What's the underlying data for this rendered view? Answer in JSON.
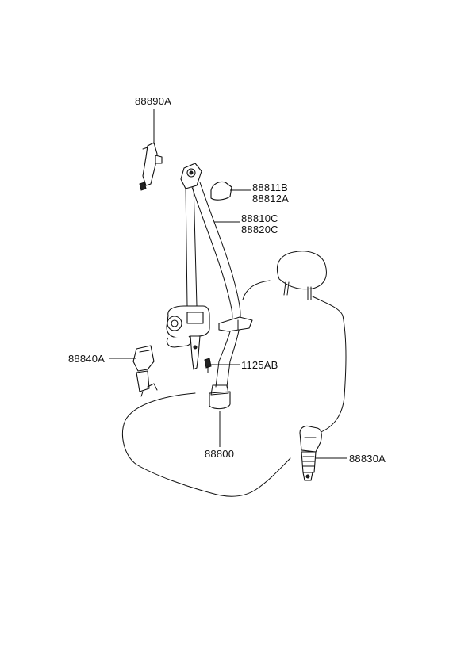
{
  "callouts": {
    "upper_anchor": "88890A",
    "cover_upper": "88811B",
    "cover_lower": "88812A",
    "belt_assy_front": "88810C",
    "belt_assy_rear": "88820C",
    "bolt": "1125AB",
    "inner_buckle": "88840A",
    "belt_assy": "88800",
    "outer_buckle": "88830A"
  }
}
